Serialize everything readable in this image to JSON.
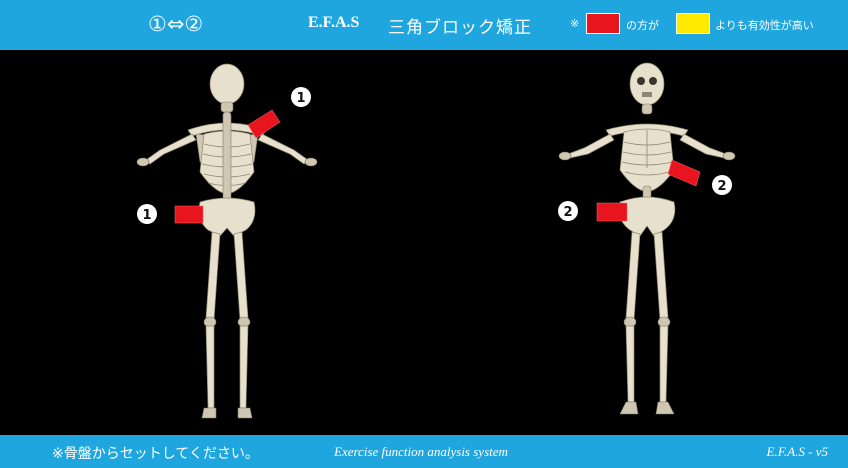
{
  "header": {
    "swap_label": "①⇔②",
    "brand": "E.F.A.S",
    "title": "三角ブロック矯正",
    "note_mark": "※",
    "red_text": "の方が",
    "yellow_text": "よりも有効性が高い"
  },
  "colors": {
    "bar": "#1fa6df",
    "red_block": "#e8141e",
    "yellow_block": "#ffea00",
    "background": "#000000"
  },
  "figures": {
    "left": {
      "view": "posterior",
      "markers": [
        {
          "number": "1"
        },
        {
          "number": "1"
        }
      ]
    },
    "right": {
      "view": "anterior",
      "markers": [
        {
          "number": "2"
        },
        {
          "number": "2"
        }
      ]
    }
  },
  "footer": {
    "instruction": "※骨盤からセットしてください。",
    "system": "Exercise function analysis system",
    "version": "E.F.A.S - v5"
  }
}
